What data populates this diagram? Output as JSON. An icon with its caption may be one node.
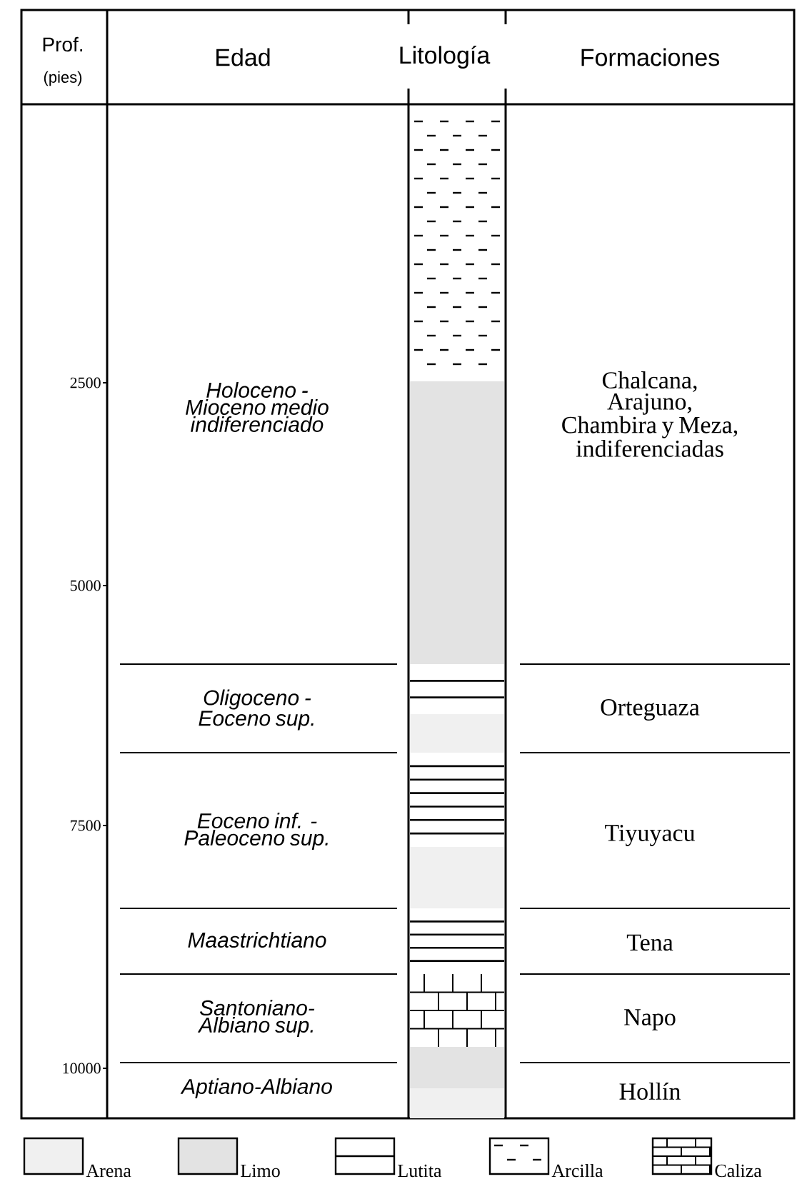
{
  "diagram": {
    "labels": [
      "Prof.",
      "(pies)",
      "Edad",
      "Litología",
      "Formaciones",
      "Holoceno - Mioceno medio indiferenciado",
      "Chalcana, Arajuno, Chambira y Meza, indiferenciadas",
      "2500",
      "5000",
      "Oligoceno - Eoceno sup.",
      "Orteguaza",
      "7500",
      "Eoceno inf. - Paleoceno sup.",
      "Tiyuyacu",
      "Maastrichtiano",
      "Tena",
      "Santoniano- Albiano sup.",
      "Napo",
      "10000",
      "Aptiano-Albiano",
      "Hollín"
    ],
    "legend": [
      {
        "text": "Arena"
      },
      {
        "text": "Limo"
      },
      {
        "text": "Lutita"
      },
      {
        "text": "Arcilla"
      },
      {
        "text": "Caliza"
      }
    ]
  }
}
